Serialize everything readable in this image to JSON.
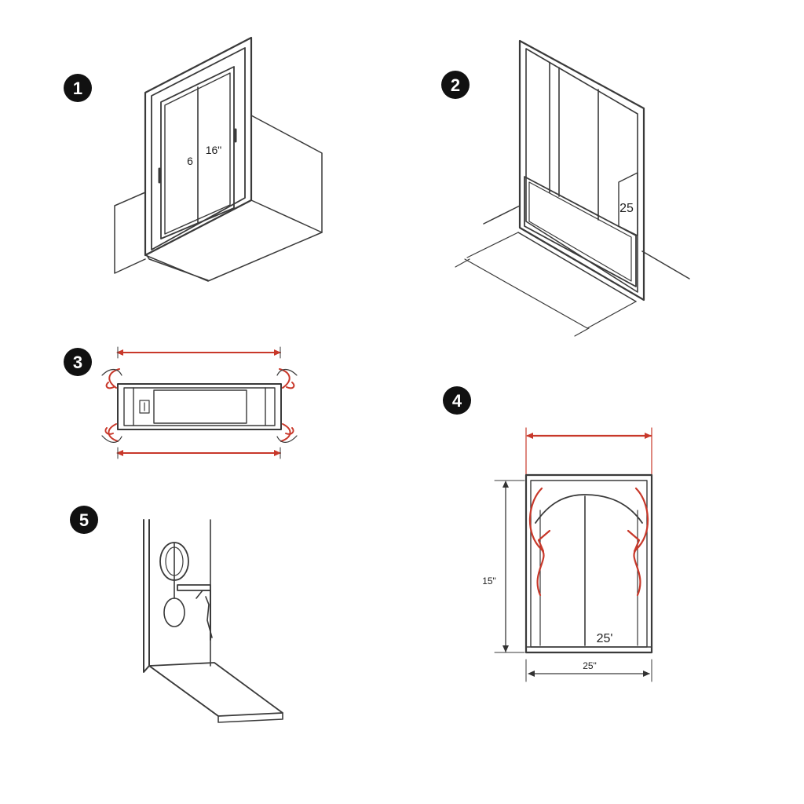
{
  "colors": {
    "line": "#3a3a3a",
    "accent": "#c8382a",
    "badge": "#111111",
    "background": "#ffffff"
  },
  "steps": [
    {
      "number": "1",
      "labels": [
        "6",
        "16\""
      ]
    },
    {
      "number": "2",
      "labels": [
        "25"
      ]
    },
    {
      "number": "3",
      "labels": []
    },
    {
      "number": "4",
      "labels": [
        "15\"",
        "25'",
        "25\""
      ]
    },
    {
      "number": "5",
      "labels": []
    }
  ]
}
